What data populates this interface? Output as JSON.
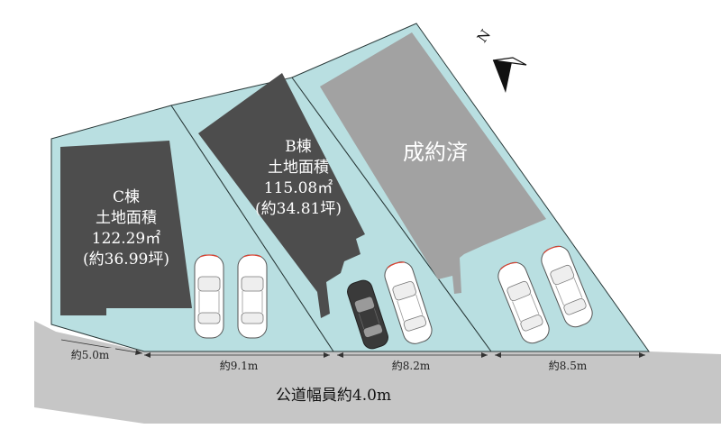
{
  "compass": {
    "label": "N",
    "icon": "north-arrow-icon"
  },
  "lots": {
    "c": {
      "name": "C棟",
      "area_label": "土地面積",
      "area_m2": "122.29㎡",
      "area_tsubo": "(約36.99坪)"
    },
    "b": {
      "name": "B棟",
      "area_label": "土地面積",
      "area_m2": "115.08㎡",
      "area_tsubo": "(約34.81坪)"
    },
    "a": {
      "status": "成約済"
    }
  },
  "dimensions": {
    "c_side": "約5.0m",
    "c_front": "約9.1m",
    "b_front": "約8.2m",
    "a_front": "約8.5m"
  },
  "road": {
    "label": "公道幅員約4.0m"
  },
  "colors": {
    "lot_fill": "#b9dfe1",
    "building": "#4d4d4d",
    "sold_building": "#a2a2a2",
    "road": "#c6c6c6"
  }
}
